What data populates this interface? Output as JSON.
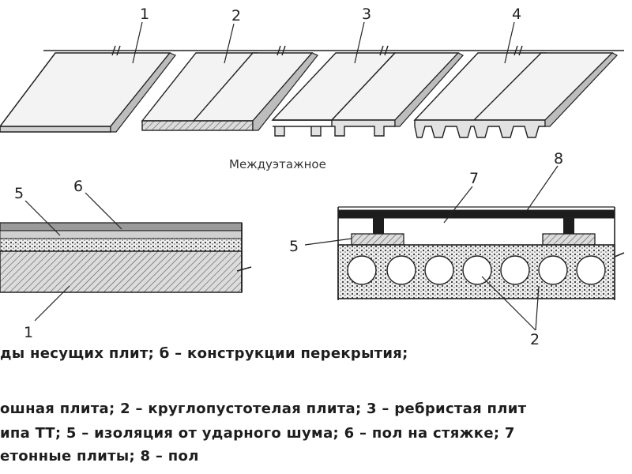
{
  "figure": {
    "subtitle": "Междуэтажное",
    "slab_numbers": [
      "1",
      "2",
      "3",
      "4"
    ],
    "left_section_numbers": [
      "5",
      "6",
      "1"
    ],
    "right_section_numbers": [
      "7",
      "8",
      "5",
      "2"
    ]
  },
  "captions": [
    "ды несущих плит; б – конструкции перекрытия;",
    "ошная плита; 2 – круглопустотелая плита; 3 – ребристая плит",
    "ипа ТТ; 5 – изоляция от ударного шума; 6 – пол на стяжке; 7",
    "етонные плиты; 8 – пол"
  ]
}
